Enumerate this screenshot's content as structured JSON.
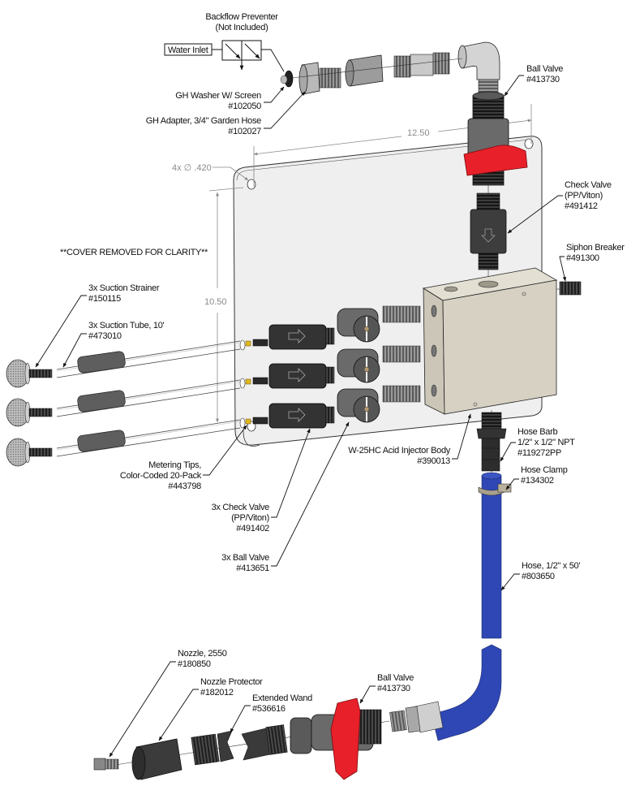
{
  "title": "W-25HC Acid Injector Exploded Parts Diagram",
  "colors": {
    "valve_handle": "#e8202a",
    "hose": "#2f47b5",
    "body": "#d6d1c3",
    "panel": "#efefef",
    "dark_part": "#3a3a3a",
    "dimension": "#8a8a8a",
    "metering_tip": "#e0b820"
  },
  "callouts": {
    "backflow": {
      "line1": "Backflow Preventer",
      "line2": "(Not Included)"
    },
    "water_inlet": {
      "line1": "Water Inlet"
    },
    "gh_washer": {
      "line1": "GH Washer W/ Screen",
      "line2": "#102050"
    },
    "gh_adapter": {
      "line1": "GH Adapter, 3/4\" Garden Hose",
      "line2": "#102027"
    },
    "ball_valve_top": {
      "line1": "Ball Valve",
      "line2": "#413730"
    },
    "check_valve_top": {
      "line1": "Check Valve",
      "line2": "(PP/Viton)",
      "line3": "#491412"
    },
    "siphon_breaker": {
      "line1": "Siphon Breaker",
      "line2": "#491300"
    },
    "cover_note": {
      "line1": "**COVER REMOVED FOR CLARITY**"
    },
    "suction_strainer": {
      "line1": "3x Suction Strainer",
      "line2": "#150115"
    },
    "suction_tube": {
      "line1": "3x Suction Tube, 10'",
      "line2": "#473010"
    },
    "metering_tips": {
      "line1": "Metering Tips,",
      "line2": "Color-Coded 20-Pack",
      "line3": "#443798"
    },
    "check_valve_3x": {
      "line1": "3x Check Valve",
      "line2": "(PP/Viton)",
      "line3": "#491402"
    },
    "ball_valve_3x": {
      "line1": "3x Ball Valve",
      "line2": "#413651"
    },
    "injector_body": {
      "line1": "W-25HC Acid Injector Body",
      "line2": "#390013"
    },
    "hose_barb": {
      "line1": "Hose Barb",
      "line2": "1/2\" x 1/2\" NPT",
      "line3": "#119272PP"
    },
    "hose_clamp": {
      "line1": "Hose Clamp",
      "line2": "#134302"
    },
    "hose": {
      "line1": "Hose, 1/2\" x 50'",
      "line2": "#803650"
    },
    "nozzle": {
      "line1": "Nozzle, 2550",
      "line2": "#180850"
    },
    "nozzle_protector": {
      "line1": "Nozzle Protector",
      "line2": "#182012"
    },
    "extended_wand": {
      "line1": "Extended Wand",
      "line2": "#536616"
    },
    "ball_valve_bottom": {
      "line1": "Ball Valve",
      "line2": "#413730"
    }
  },
  "dimensions": {
    "width": "12.50",
    "height": "10.50",
    "holes": "4x ∅ .420"
  }
}
